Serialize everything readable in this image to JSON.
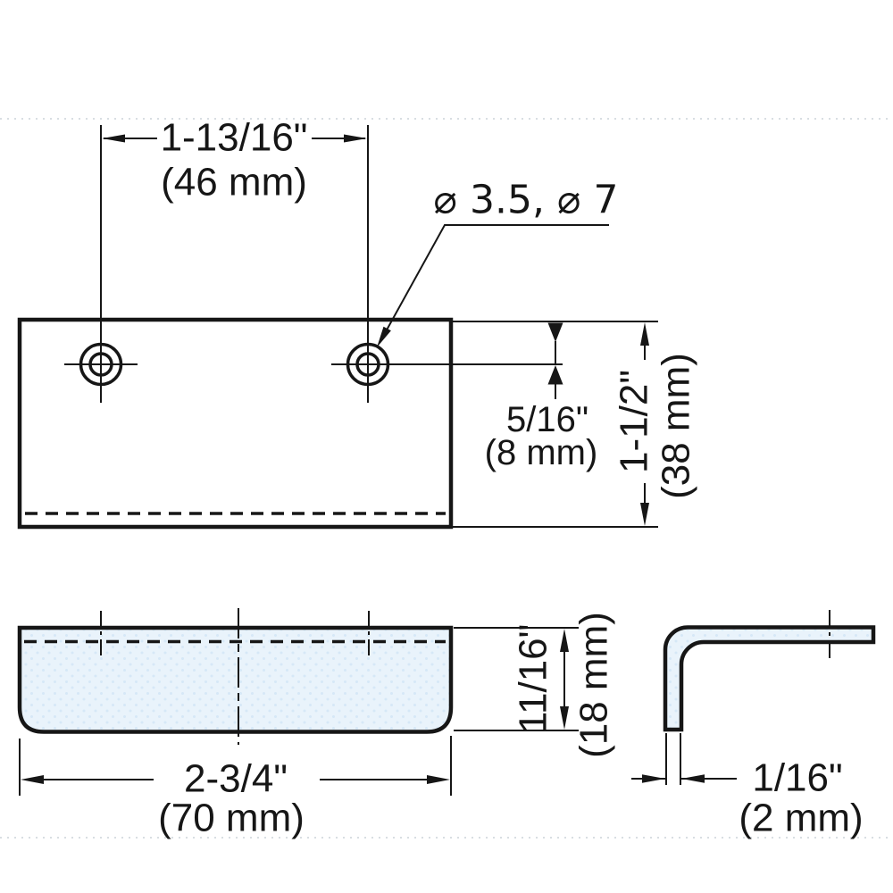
{
  "drawing": {
    "kind": "edge-pull-handle-dimension-drawing",
    "colors": {
      "line": "#161616",
      "part_fill": "#e9f3fb",
      "part_fill_dot": "#d6e8f7",
      "guide_dotted": "#ccd4d9"
    },
    "views": {
      "top": {
        "dim_hole_spacing": {
          "inch": "1-13/16\"",
          "metric": "(46 mm)"
        },
        "label_hole_diameters": "⌀ 3.5, ⌀ 7",
        "dim_hole_offset": {
          "inch": "5/16\"",
          "metric": "(8 mm)"
        },
        "dim_depth": {
          "inch": "1-1/2\"",
          "metric": "(38 mm)"
        }
      },
      "front": {
        "dim_height": {
          "inch": "11/16\"",
          "metric": "(18 mm)"
        },
        "dim_width": {
          "inch": "2-3/4\"",
          "metric": "(70 mm)"
        }
      },
      "side": {
        "dim_thickness": {
          "inch": "1/16\"",
          "metric": "(2 mm)"
        }
      }
    }
  }
}
